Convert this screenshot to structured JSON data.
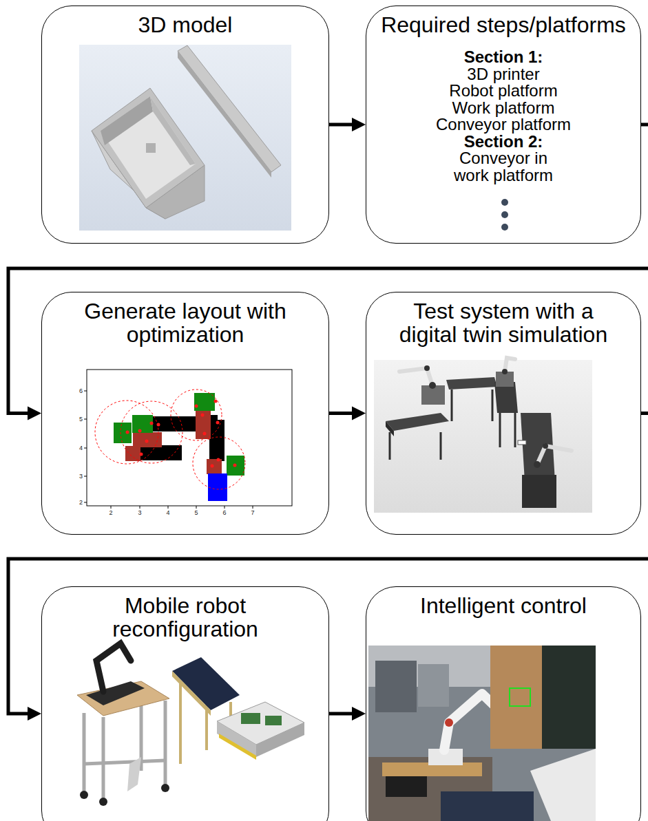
{
  "diagram": {
    "nodes": [
      {
        "text": [
          "3D model"
        ]
      },
      {
        "text": [
          "Required steps/platforms",
          "Section 1:",
          "3D printer",
          "Robot platform",
          "Work platform",
          "Conveyor platform",
          "Section 2:",
          "Conveyor in work platform"
        ]
      },
      {
        "text": [
          "Generate layout with optimization"
        ]
      },
      {
        "text": [
          "Test system with a digital twin simulation"
        ]
      },
      {
        "text": [
          "Mobile robot reconfiguration"
        ]
      },
      {
        "text": [
          "Intelligent control"
        ]
      }
    ],
    "edges": [
      {
        "from": 0,
        "to": 1,
        "arrow": "to"
      },
      {
        "from": 1,
        "to": 2,
        "arrow": "to"
      },
      {
        "from": 2,
        "to": 3,
        "arrow": "to"
      },
      {
        "from": 3,
        "to": 4,
        "arrow": "to"
      },
      {
        "from": 4,
        "to": 5,
        "arrow": "to"
      }
    ],
    "labels": [
      "2",
      "3",
      "4",
      "5",
      "6",
      "7",
      "6",
      "5",
      "4",
      "3",
      "2"
    ]
  }
}
